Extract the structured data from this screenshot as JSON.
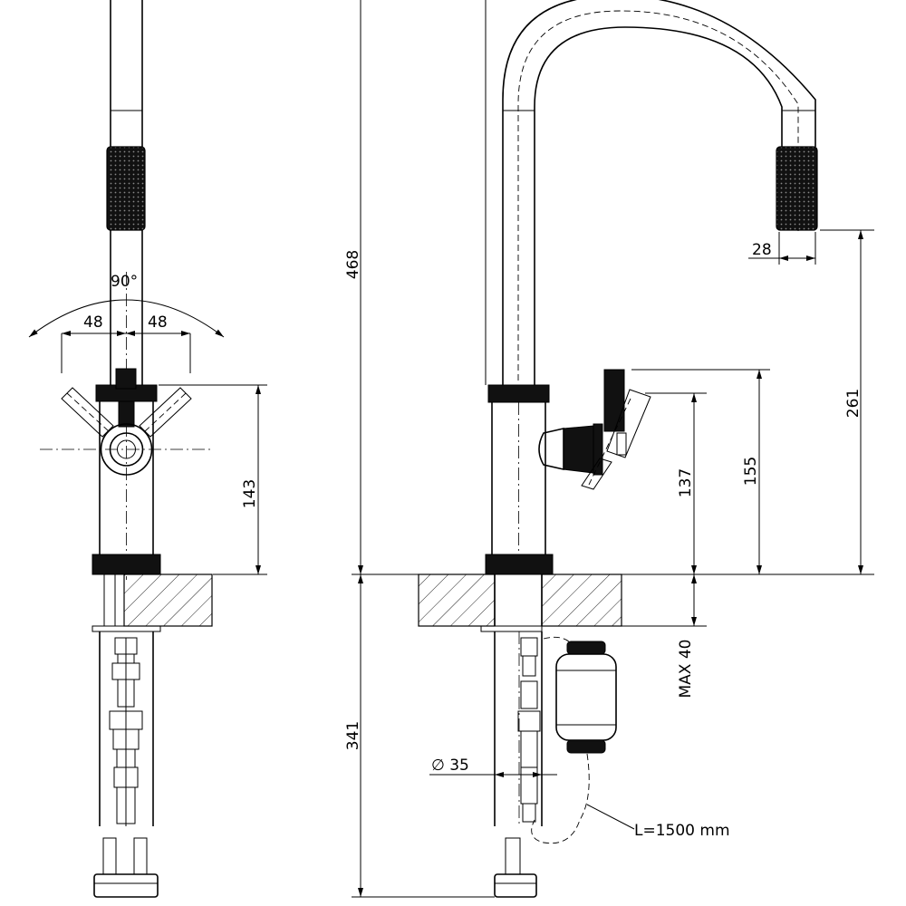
{
  "dimensions": {
    "angle": "90°",
    "left_offset": "48",
    "right_offset": "48",
    "base_to_handle_front": "143",
    "total_height": "468",
    "spout_width": "28",
    "spout_height": "261",
    "handle_height_top": "155",
    "handle_height_pivot": "137",
    "max_counter": "MAX 40",
    "below_counter": "341",
    "shank_diameter": "∅ 35",
    "hose_length": "L=1500 mm"
  },
  "colors": {
    "line": "#000000",
    "background": "#ffffff",
    "hatch": "#222222",
    "knurl": "#111111"
  }
}
